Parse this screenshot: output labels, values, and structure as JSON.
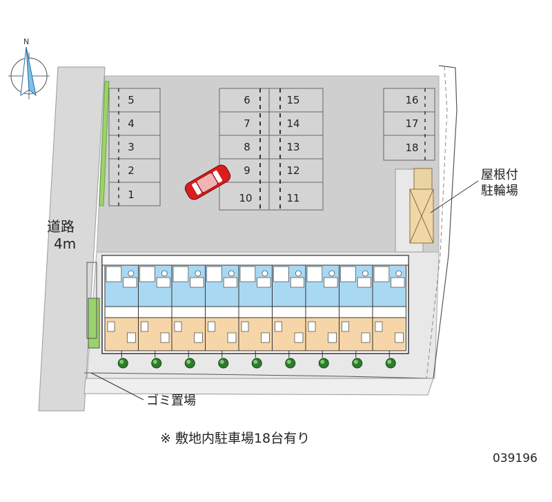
{
  "compass": {
    "north_label": "N"
  },
  "road": {
    "name": "道路",
    "width": "4m"
  },
  "parking": {
    "spaces_col1": [
      "5",
      "4",
      "3",
      "2",
      "1"
    ],
    "spaces_col2": [
      "6",
      "7",
      "8",
      "9",
      "10"
    ],
    "spaces_col3": [
      "15",
      "14",
      "13",
      "12",
      "11"
    ],
    "spaces_col4": [
      "16",
      "17",
      "18"
    ]
  },
  "bike_shelter": {
    "line1": "屋根付",
    "line2": "駐輪場"
  },
  "garbage": {
    "label": "ゴミ置場"
  },
  "note": "※ 敷地内駐車場18台有り",
  "property_code": "039196",
  "colors": {
    "lot": "#cfcfcf",
    "road": "#d9d9d9",
    "bath": "#a9d8f2",
    "living": "#f6d6a8",
    "hedge": "#9bd36b",
    "car": "#d81e1e"
  }
}
